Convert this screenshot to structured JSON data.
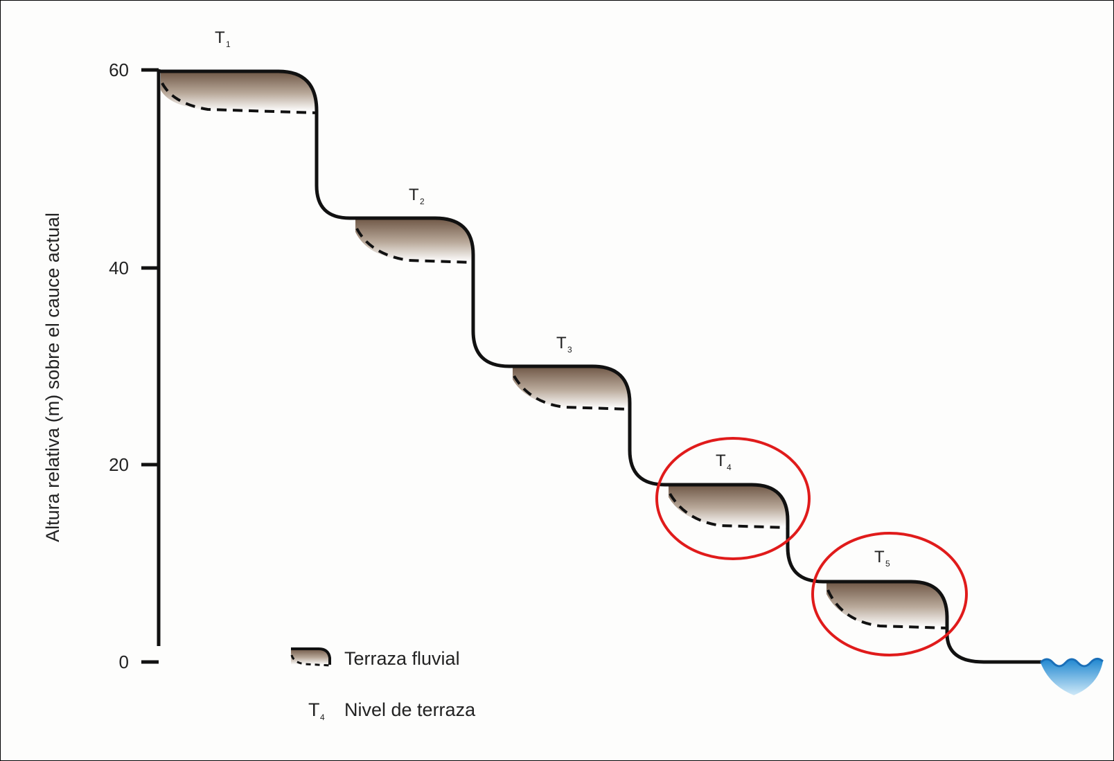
{
  "diagram": {
    "y_axis_label": "Altura relativa (m) sobre el cauce actual",
    "y_ticks": [
      "60",
      "40",
      "20",
      "0"
    ],
    "terraces": [
      {
        "letter": "T",
        "sub": "1"
      },
      {
        "letter": "T",
        "sub": "2"
      },
      {
        "letter": "T",
        "sub": "3"
      },
      {
        "letter": "T",
        "sub": "4"
      },
      {
        "letter": "T",
        "sub": "5"
      }
    ],
    "legend": {
      "fill_label": "Terraza fluvial",
      "level_symbol": "T",
      "level_sub": "4",
      "level_label": "Nivel de terraza"
    },
    "highlighted_terraces": [
      "T4",
      "T5"
    ],
    "colors": {
      "terrace_fill_top": "#6b5444",
      "terrace_fill_bottom": "#ffffff",
      "outline": "#111111",
      "highlight": "#e01b1b",
      "water": "#3c9fdc"
    }
  }
}
